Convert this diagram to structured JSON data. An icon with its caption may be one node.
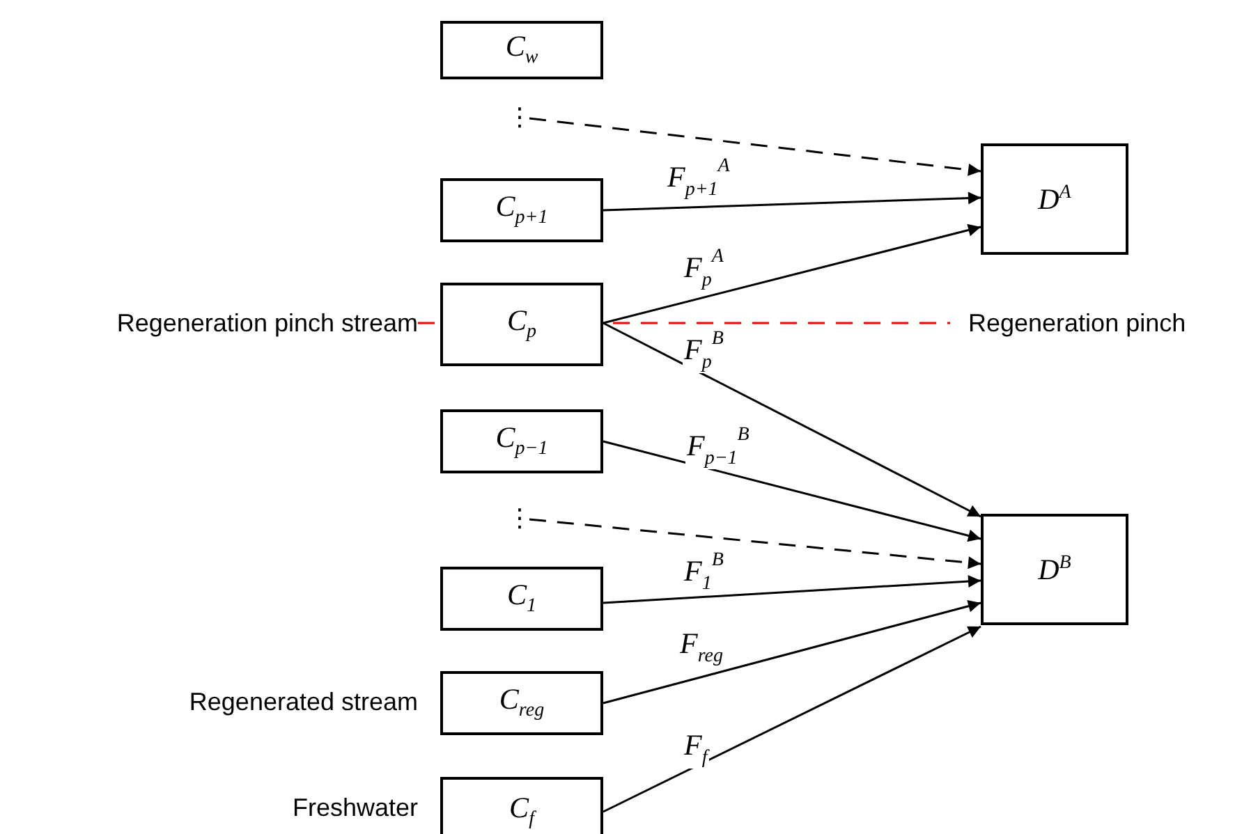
{
  "diagram": {
    "nodes": [
      {
        "text": [
          "C$_{w}$"
        ]
      },
      {
        "text": [
          "⋮"
        ]
      },
      {
        "text": [
          "C$_{p+1}$"
        ]
      },
      {
        "text": [
          "C$_{p}$"
        ],
        "beside": [
          "Regeneration pinch stream"
        ]
      },
      {
        "text": [
          "C$_{p−1}$"
        ]
      },
      {
        "text": [
          "⋮"
        ]
      },
      {
        "text": [
          "C$_{1}$"
        ]
      },
      {
        "text": [
          "C$_{reg}$"
        ],
        "beside": [
          "Regenerated stream"
        ]
      },
      {
        "text": [
          "C$_{f}$"
        ],
        "beside": [
          "Freshwater"
        ]
      },
      {
        "text": [
          "D$^{A}$"
        ]
      },
      {
        "text": [
          "D$^{B}$"
        ]
      }
    ],
    "edges": [
      {
        "from": 1,
        "to": 9,
        "arrow": "to",
        "style": "dashed"
      },
      {
        "from": 2,
        "to": 9,
        "arrow": "to",
        "label": "F$_{p+1}$$^{A}$"
      },
      {
        "from": 3,
        "to": 9,
        "arrow": "to",
        "label": "F$_{p}$$^{A}$"
      },
      {
        "from": 3,
        "to": 10,
        "arrow": "to",
        "label": "F$_{p}$$^{B}$"
      },
      {
        "from": 4,
        "to": 10,
        "arrow": "to",
        "label": "F$_{p−1}$$^{B}$"
      },
      {
        "from": 5,
        "to": 10,
        "arrow": "to",
        "style": "dashed"
      },
      {
        "from": 6,
        "to": 10,
        "arrow": "to",
        "label": "F$_{1}$$^{B}$"
      },
      {
        "from": 7,
        "to": 10,
        "arrow": "to",
        "label": "F$_{reg}$"
      },
      {
        "from": 8,
        "to": 10,
        "arrow": "to",
        "label": "F$_{f}$"
      }
    ],
    "labels": [
      "Regeneration pinch"
    ]
  }
}
